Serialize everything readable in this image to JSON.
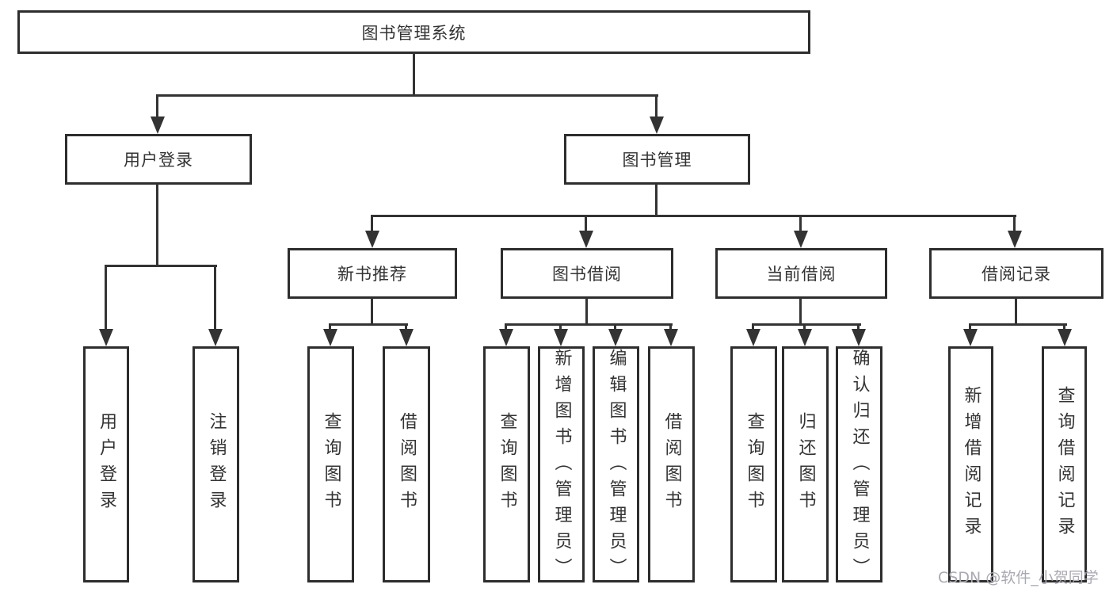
{
  "nodes": {
    "root": "图书管理系统",
    "user_login": "用户登录",
    "book_mgmt": "图书管理",
    "new_books": "新书推荐",
    "book_borrow": "图书借阅",
    "current_borrow": "当前借阅",
    "borrow_records": "借阅记录",
    "leaf_user_login": "用户登录",
    "leaf_logout": "注销登录",
    "leaf_nb_query": "查询图书",
    "leaf_nb_borrow": "借阅图书",
    "leaf_bw_query": "查询图书",
    "leaf_bw_add": "新增图书（管理员）",
    "leaf_bw_edit": "编辑图书（管理员）",
    "leaf_bw_borrow": "借阅图书",
    "leaf_cur_query": "查询图书",
    "leaf_cur_return": "归还图书",
    "leaf_cur_confirm": "确认归还（管理员）",
    "leaf_rec_add": "新增借阅记录",
    "leaf_rec_query": "查询借阅记录"
  },
  "watermark": "CSDN @软件_小贺同学",
  "colors": {
    "line": "#333333",
    "border": "#2d2d2d",
    "text": "#333333",
    "watermark": "#a9a9b2",
    "background": "#ffffff"
  }
}
